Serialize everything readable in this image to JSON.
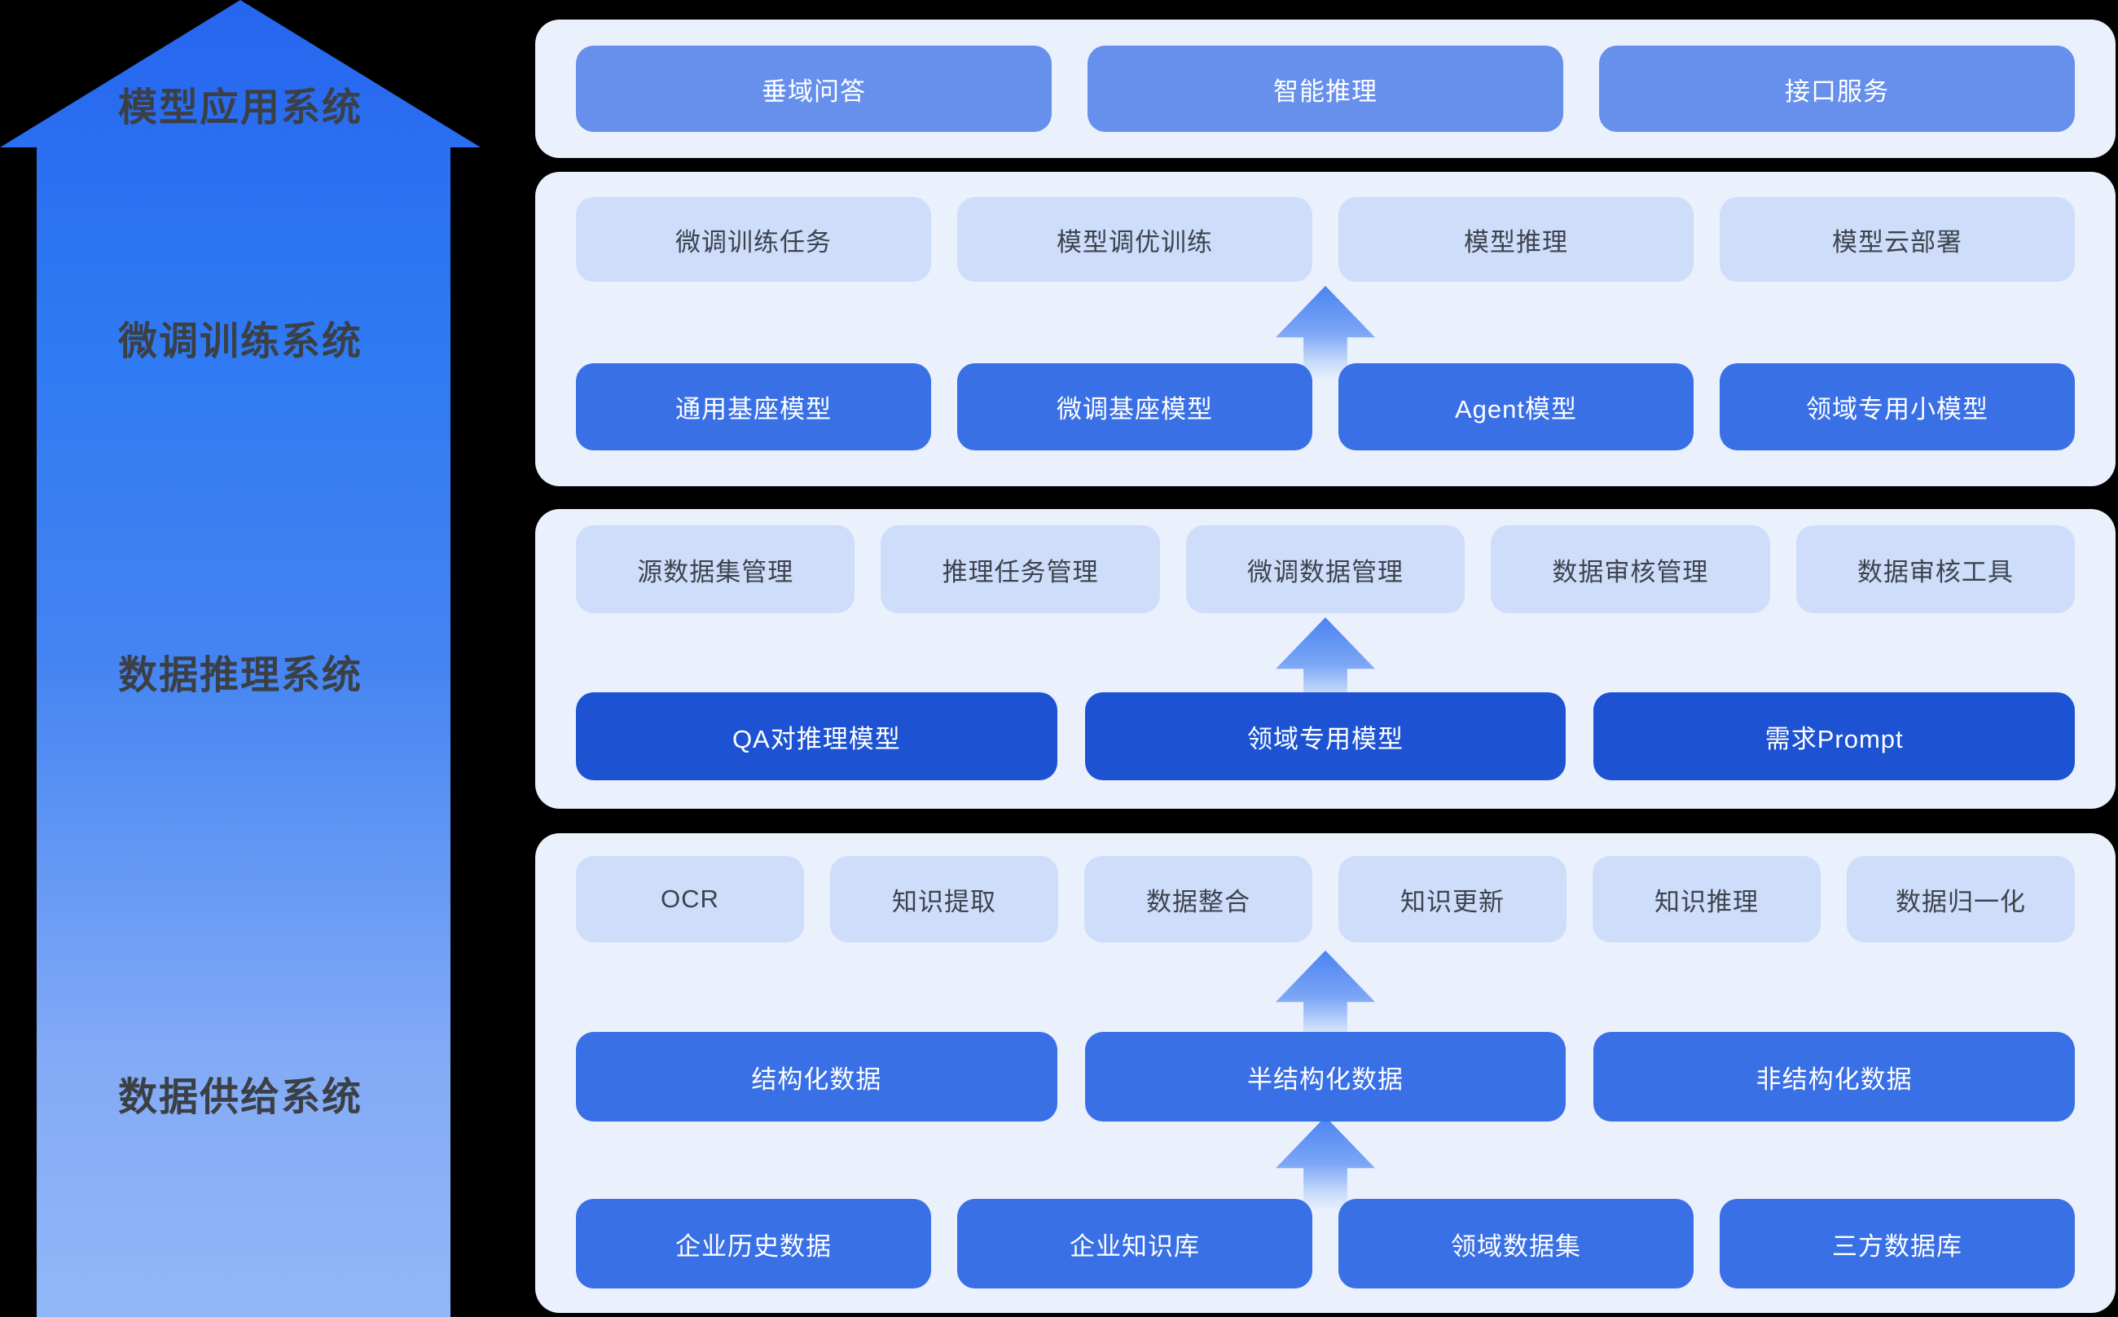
{
  "colors": {
    "background": "#000000",
    "panel_bg": "#eaf0fc",
    "chip_bg": "#cdddfa",
    "chip_text": "#3d434e",
    "button_soft": "#6790ec",
    "button_medium": "#3a70e6",
    "button_deep": "#1d53d2",
    "button_text": "#ffffff",
    "rail_label_text": "#3b4047",
    "big_arrow_top": "#2766ef",
    "big_arrow_bottom": "#92b7f8",
    "small_arrow_top": "#4a83f2"
  },
  "left_rail": {
    "labels": [
      "模型应用系统",
      "微调训练系统",
      "数据推理系统",
      "数据供给系统"
    ]
  },
  "panels": [
    {
      "name": "model-application-system",
      "rows": [
        {
          "style": "solid-soft",
          "items": [
            "垂域问答",
            "智能推理",
            "接口服务"
          ]
        }
      ]
    },
    {
      "name": "fine-tune-training-system",
      "rows": [
        {
          "style": "chip",
          "items": [
            "微调训练任务",
            "模型调优训练",
            "模型推理",
            "模型云部署"
          ]
        },
        {
          "style": "solid-medium",
          "items": [
            "通用基座模型",
            "微调基座模型",
            "Agent模型",
            "领域专用小模型"
          ]
        }
      ]
    },
    {
      "name": "data-inference-system",
      "rows": [
        {
          "style": "chip",
          "items": [
            "源数据集管理",
            "推理任务管理",
            "微调数据管理",
            "数据审核管理",
            "数据审核工具"
          ]
        },
        {
          "style": "solid-deep",
          "items": [
            "QA对推理模型",
            "领域专用模型",
            "需求Prompt"
          ]
        }
      ]
    },
    {
      "name": "data-supply-system",
      "rows": [
        {
          "style": "chip",
          "items": [
            "OCR",
            "知识提取",
            "数据整合",
            "知识更新",
            "知识推理",
            "数据归一化"
          ]
        },
        {
          "style": "solid-medium",
          "items": [
            "结构化数据",
            "半结构化数据",
            "非结构化数据"
          ]
        },
        {
          "style": "solid-medium",
          "items": [
            "企业历史数据",
            "企业知识库",
            "领域数据集",
            "三方数据库"
          ]
        }
      ]
    }
  ]
}
